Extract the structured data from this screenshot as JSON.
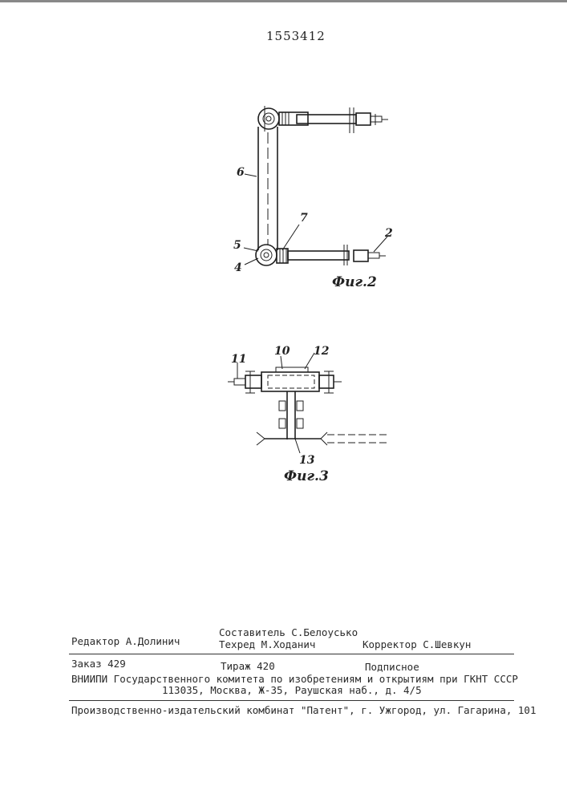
{
  "header": {
    "patent_number": "1553412"
  },
  "fig2": {
    "caption": "Фиг.2",
    "labels": {
      "l6": "6",
      "l7": "7",
      "l5": "5",
      "l4": "4",
      "l2": "2"
    }
  },
  "fig3": {
    "caption": "Фиг.3",
    "labels": {
      "l11": "11",
      "l10": "10",
      "l12": "12",
      "l13": "13"
    }
  },
  "footer": {
    "compiler": "Составитель С.Белоусько",
    "editor": "Редактор А.Долинич",
    "techred": "Техред М.Ходанич",
    "corrector": "Корректор  С.Шевкун",
    "order": "Заказ 429",
    "circulation": "Тираж 420",
    "subscription": "Подписное",
    "vniipi": "ВНИИПИ Государственного комитета по изобретениям и открытиям при ГКНТ СССР",
    "address": "113035, Москва, Ж-35, Раушская наб., д. 4/5",
    "publisher": "Производственно-издательский комбинат \"Патент\", г. Ужгород, ул. Гагарина, 101"
  }
}
